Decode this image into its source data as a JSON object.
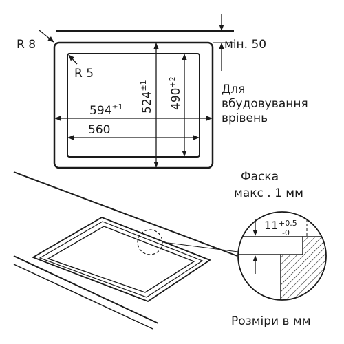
{
  "labels": {
    "radius_outer": "R 8",
    "radius_inner": "R 5",
    "min_gap": "мін. 50",
    "width_outer_value": "594",
    "width_outer_tol": "±1",
    "width_inner_value": "560",
    "depth_outer_value": "524",
    "depth_outer_tol": "±1",
    "depth_inner_value": "490",
    "depth_inner_tol": "+2",
    "flush_line1": "Для",
    "flush_line2": "вбудовування",
    "flush_line3": "врівень",
    "chamfer_line1": "Фаска",
    "chamfer_line2": "макс . 1 мм",
    "recess_value": "11",
    "recess_tol_upper": "+0.5",
    "recess_tol_lower": "-0",
    "units_note": "Розміри в мм"
  },
  "colors": {
    "line": "#1a1a1a",
    "background": "#ffffff"
  }
}
